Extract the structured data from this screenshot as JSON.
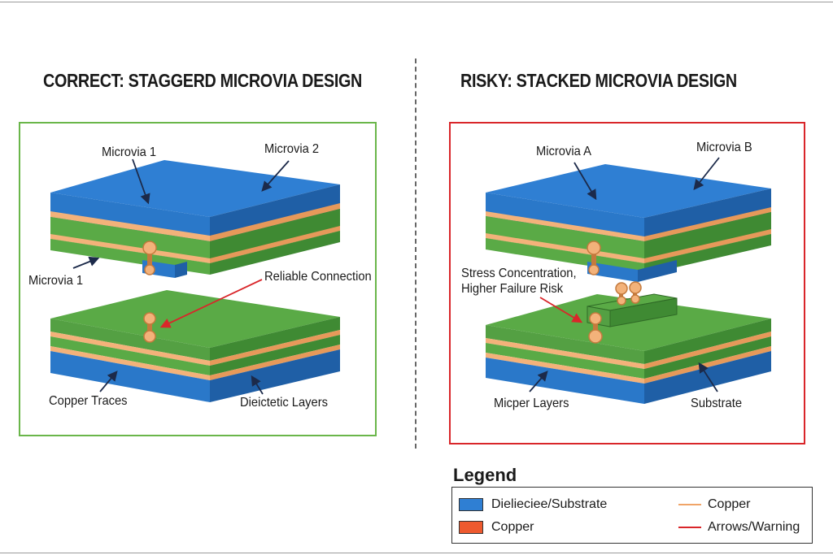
{
  "left": {
    "title": "CORRECT: STAGGERD MICROVIA DESIGN",
    "border_color": "#6ab64a",
    "labels": {
      "microvia_1_top": "Microvia 1",
      "microvia_2": "Microvia 2",
      "microvia_1_side": "Microvia 1",
      "reliable_connection": "Reliable Connection",
      "copper_traces": "Copper Traces",
      "dielectric_layers": "Dieictetic Layers"
    }
  },
  "right": {
    "title": "RISKY: STACKED MICROVIA DESIGN",
    "border_color": "#d9262a",
    "labels": {
      "microvia_a": "Microvia A",
      "microvia_b": "Microvia B",
      "stress_line1": "Stress Concentration,",
      "stress_line2": "Higher Failure Risk",
      "micper_layers": "Micper Layers",
      "substrate": "Substrate"
    }
  },
  "legend": {
    "title": "Legend",
    "items": [
      {
        "kind": "box",
        "label": "Dielieciee/Substrate",
        "color": "#2f7fd3"
      },
      {
        "kind": "box",
        "label": "Copper",
        "color": "#ee5a2f"
      },
      {
        "kind": "line",
        "label": "Copper",
        "color": "#f0a468"
      },
      {
        "kind": "line",
        "label": "Arrows/Warning",
        "color": "#d9262a"
      }
    ]
  },
  "colors": {
    "blue": "#2f7fd3",
    "blue_dark": "#1f5fa6",
    "green": "#5aaa46",
    "green_dark": "#3f8a33",
    "copper": "#f3b27a",
    "copper_dark": "#c47a3d",
    "arrow_dark": "#1c2a4a",
    "arrow_red": "#d9262a"
  }
}
